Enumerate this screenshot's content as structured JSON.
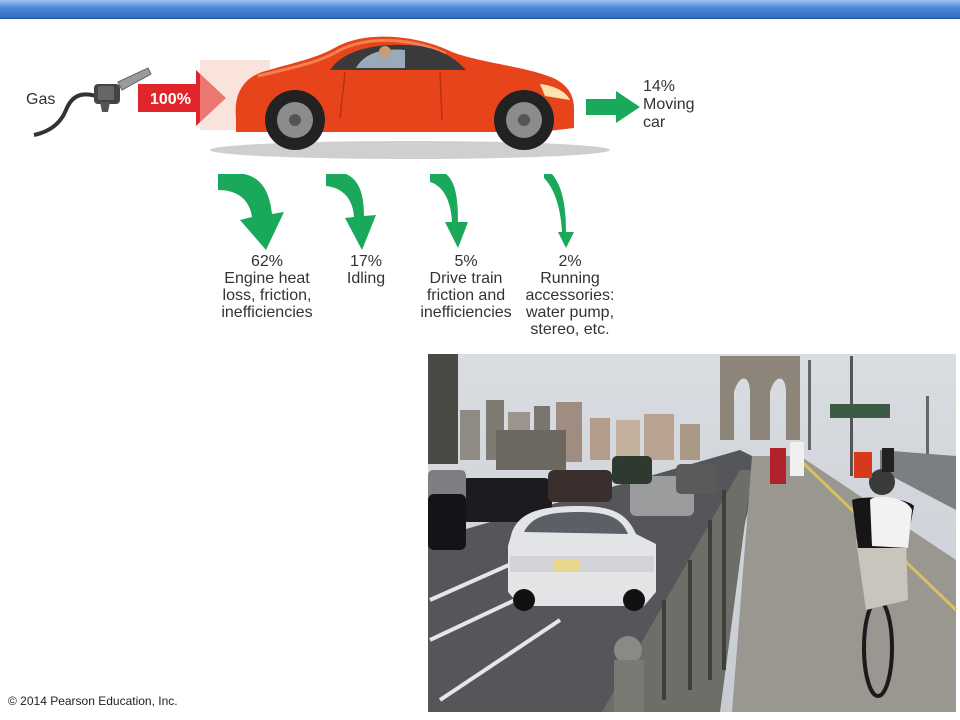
{
  "diagram": {
    "input_label": "Gas",
    "input_percent": "100%",
    "output": {
      "percent": "14%",
      "line1": "Moving",
      "line2": "car"
    },
    "losses": [
      {
        "percent": "62%",
        "lines": [
          "Engine heat",
          "loss, friction,",
          "inefficiencies"
        ]
      },
      {
        "percent": "17%",
        "lines": [
          "Idling"
        ]
      },
      {
        "percent": "5%",
        "lines": [
          "Drive train",
          "friction and",
          "inefficiencies"
        ]
      },
      {
        "percent": "2%",
        "lines": [
          "Running",
          "accessories:",
          "water pump,",
          "stereo, etc."
        ]
      }
    ]
  },
  "colors": {
    "header_bar": "#4a86d8",
    "loss_arrow": "#1aa85a",
    "input_arrow": "#e0262b",
    "car_body": "#e8441c"
  },
  "footer": {
    "copyright": "© 2014 Pearson Education, Inc."
  }
}
